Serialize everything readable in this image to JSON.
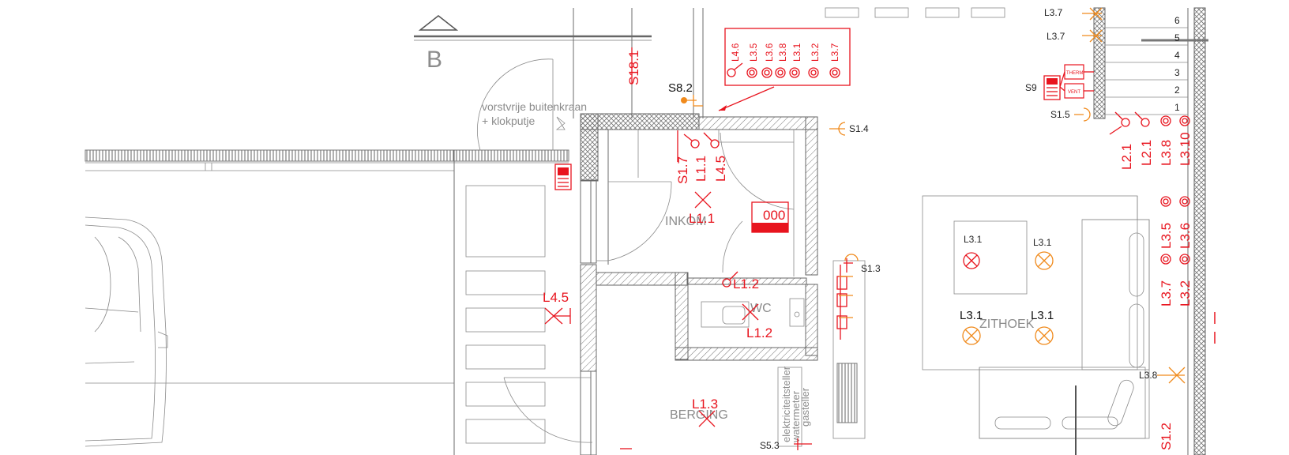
{
  "colors": {
    "electrical_red": "#e8141e",
    "fixture_orange": "#f08a1c",
    "wall_gray": "#6b6b6b",
    "text_gray": "#8c8c8c"
  },
  "rooms": {
    "inkom": "INKOM",
    "wc": "WC",
    "berging": "BERGING",
    "zithoek": "ZITHOEK"
  },
  "annotations": {
    "section_marker": "B",
    "outdoor_tap_line1": "vorstvrije buitenkraan",
    "outdoor_tap_line2": "+ klokputje",
    "meter_label": "000"
  },
  "stair_numbers": [
    "6",
    "5",
    "4",
    "3",
    "2",
    "1"
  ],
  "switch_panel_labels": [
    "L4.6",
    "L3.5",
    "L3.6",
    "L3.8",
    "L3.1",
    "L3.2",
    "L3.7"
  ],
  "labels": {
    "s18_1": "S18.1",
    "s8_2": "S8.2",
    "s1_4": "S1.4",
    "s1_3": "S1.3",
    "s1_5": "S1.5",
    "s9": "S9",
    "s5_3": "S5.3",
    "s1_7": "S1.7",
    "l1_1_v": "L1.1",
    "l4_5_v": "L4.5",
    "l1_1": "L1.1",
    "l1_2_a": "L1.2",
    "l1_2_b": "L1.2",
    "l1_3": "L1.3",
    "l4_5": "L4.5",
    "l3_7_top1": "L3.7",
    "l3_7_top2": "L3.7",
    "l2_1_a": "L2.1",
    "l2_1_b": "L2.1",
    "l3_8_v": "L3.8",
    "l3_10_v": "L3.10",
    "l3_5_v": "L3.5",
    "l3_6_v": "L3.6",
    "l3_7_v": "L3.7",
    "l3_2_v": "L3.2",
    "l3_8": "L3.8",
    "s1_2_v": "S1.2",
    "fix_l3_1_a": "L3.1",
    "fix_l3_1_b": "L3.1",
    "fix_l3_1_c": "L3.1",
    "fix_l3_1_d": "L3.1",
    "therm": "THERM",
    "vent": "VENT",
    "storage_v1": "elektriciteitsteller",
    "storage_v2": "watermeter",
    "storage_v3": "gasteller"
  }
}
